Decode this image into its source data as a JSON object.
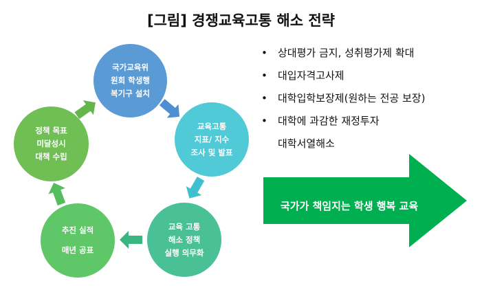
{
  "title": "[그림] 경쟁교육고통 해소 전략",
  "cycle": [
    {
      "lines": [
        "국가교육위",
        "원회 학생행",
        "복기구 설치"
      ],
      "color": "#5b9bd5"
    },
    {
      "lines": [
        "교육고통",
        "지표/ 지수",
        "조사 및 발표"
      ],
      "color": "#4fcad6"
    },
    {
      "lines": [
        "교육 고통",
        "해소 정책",
        "실행 의무화"
      ],
      "color": "#49c095"
    },
    {
      "lines": [
        "추진 실적",
        "매년 공표"
      ],
      "color": "#5fc768"
    },
    {
      "lines": [
        "정책 목표",
        "미달성시",
        "대책 수립"
      ],
      "color": "#6fbf54"
    }
  ],
  "bullets": [
    {
      "lines": [
        "상대평가 금지, 성취평가제 확대"
      ]
    },
    {
      "lines": [
        "대입자격고사제"
      ]
    },
    {
      "lines": [
        "대학입학보장제(원하는 전공 보장)"
      ]
    },
    {
      "lines": [
        "대학에 과감한 재정투자",
        "대학서열해소"
      ]
    }
  ],
  "bullet_symbol": "•",
  "big_arrow": {
    "label": "국가가 책임지는 학생 행복 교육",
    "color": "#00b050"
  }
}
